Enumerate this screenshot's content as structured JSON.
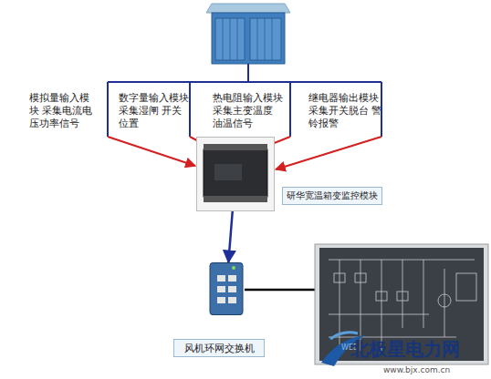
{
  "diagram": {
    "nodes": [
      {
        "text": [
          "研华宽温箱变监控模块"
        ]
      },
      {
        "text": [
          "风机环网交换机"
        ]
      }
    ],
    "edges": [
      {
        "from": 0,
        "to": 1,
        "arrow": "to"
      }
    ],
    "labels": [
      "模拟量输入模块 采集电流电压功率信号",
      "数字量输入模块 采集湿闸 开关位置",
      "热电阻输入模块 采集主变温度 油温信号",
      "继电器输出模块 采集开关脱台 警铃报警",
      "WEB",
      "北极星电力网",
      "www.bjx.com.cn"
    ]
  }
}
